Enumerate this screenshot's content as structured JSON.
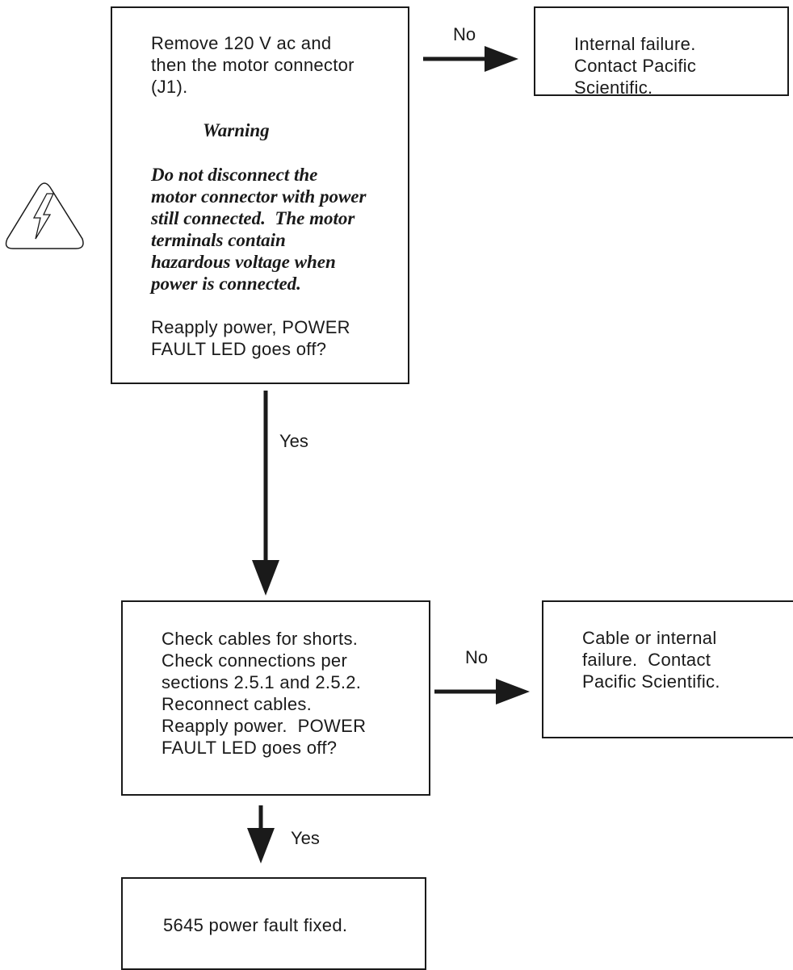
{
  "box1": {
    "intro": [
      "Remove 120 V ac and",
      "then the motor connector",
      "(J1)."
    ],
    "warning_title": "Warning",
    "warning_lines": [
      "Do not disconnect the",
      "motor connector with power",
      "still connected.  The motor",
      "terminals contain",
      "hazardous voltage when",
      "power is connected."
    ],
    "question": [
      "Reapply power, POWER",
      "FAULT LED goes off?"
    ]
  },
  "box2": {
    "lines": [
      "Internal failure.",
      "Contact Pacific",
      "Scientific."
    ]
  },
  "box3": {
    "lines": [
      "Check cables for shorts.",
      "Check connections per",
      "sections 2.5.1 and 2.5.2.",
      "Reconnect cables.",
      "Reapply power.  POWER",
      "FAULT LED goes off?"
    ]
  },
  "box4": {
    "lines": [
      "Cable or internal",
      "failure.  Contact",
      "Pacific Scientific."
    ]
  },
  "box5": {
    "lines": [
      "5645 power fault fixed."
    ]
  },
  "labels": {
    "no1": "No",
    "yes1": "Yes",
    "no2": "No",
    "yes2": "Yes"
  },
  "icons": {
    "hazard": "high-voltage-warning-icon"
  },
  "colors": {
    "ink": "#1a1a1a",
    "background": "#ffffff"
  }
}
